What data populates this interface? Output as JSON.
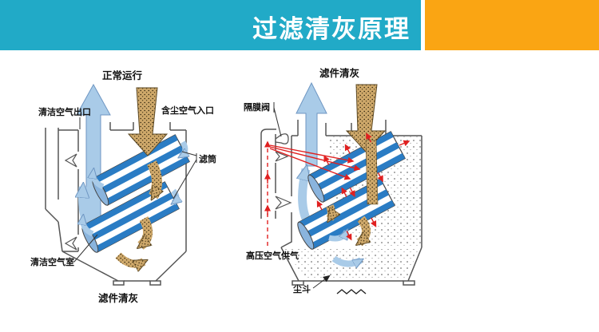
{
  "header": {
    "title": "过滤清灰原理"
  },
  "left_diagram": {
    "title": "正常运行",
    "label_clean_air_outlet": "清洁空气出口",
    "label_dusty_air_inlet": "含尘空气入口",
    "label_filter_cartridge": "滤筒",
    "label_clean_air_chamber": "清洁空气室",
    "caption": "滤件清灰"
  },
  "right_diagram": {
    "title": "滤件清灰",
    "label_diaphragm_valve": "隔膜阀",
    "label_high_pressure_air": "高压空气供气",
    "label_dust_hopper": "尘斗"
  },
  "colors": {
    "banner_teal": "#21aac7",
    "banner_orange": "#faa513",
    "arrow_blue": "#a9cbe8",
    "cartridge_blue": "#2a7cc4",
    "pulse_red": "#e02020",
    "dust_tan": "#cfa96b",
    "line_gray": "#555555"
  }
}
